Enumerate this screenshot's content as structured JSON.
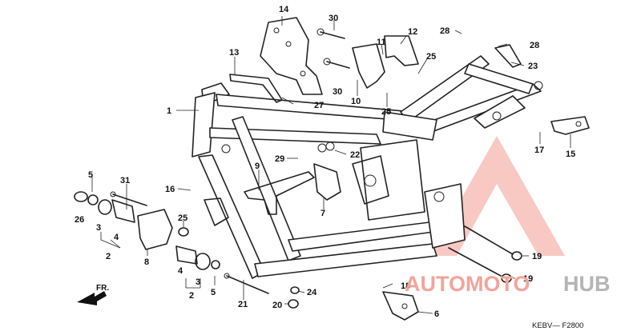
{
  "diagram": {
    "code": "KEBV— F2800",
    "direction_label": "FR.",
    "watermark": {
      "part1": "AUTOMOTO",
      "part2": "HUB",
      "color_red": "#f2a49a",
      "color_gray": "#b5b5b5"
    },
    "callouts": [
      "14",
      "30",
      "12",
      "28",
      "28",
      "23",
      "11",
      "13",
      "25",
      "30",
      "10",
      "27",
      "25",
      "1",
      "17",
      "15",
      "29",
      "22",
      "9",
      "5",
      "31",
      "16",
      "7",
      "26",
      "3",
      "4",
      "25",
      "2",
      "8",
      "4",
      "3",
      "19",
      "19",
      "2",
      "5",
      "18",
      "24",
      "21",
      "20",
      "6"
    ]
  }
}
